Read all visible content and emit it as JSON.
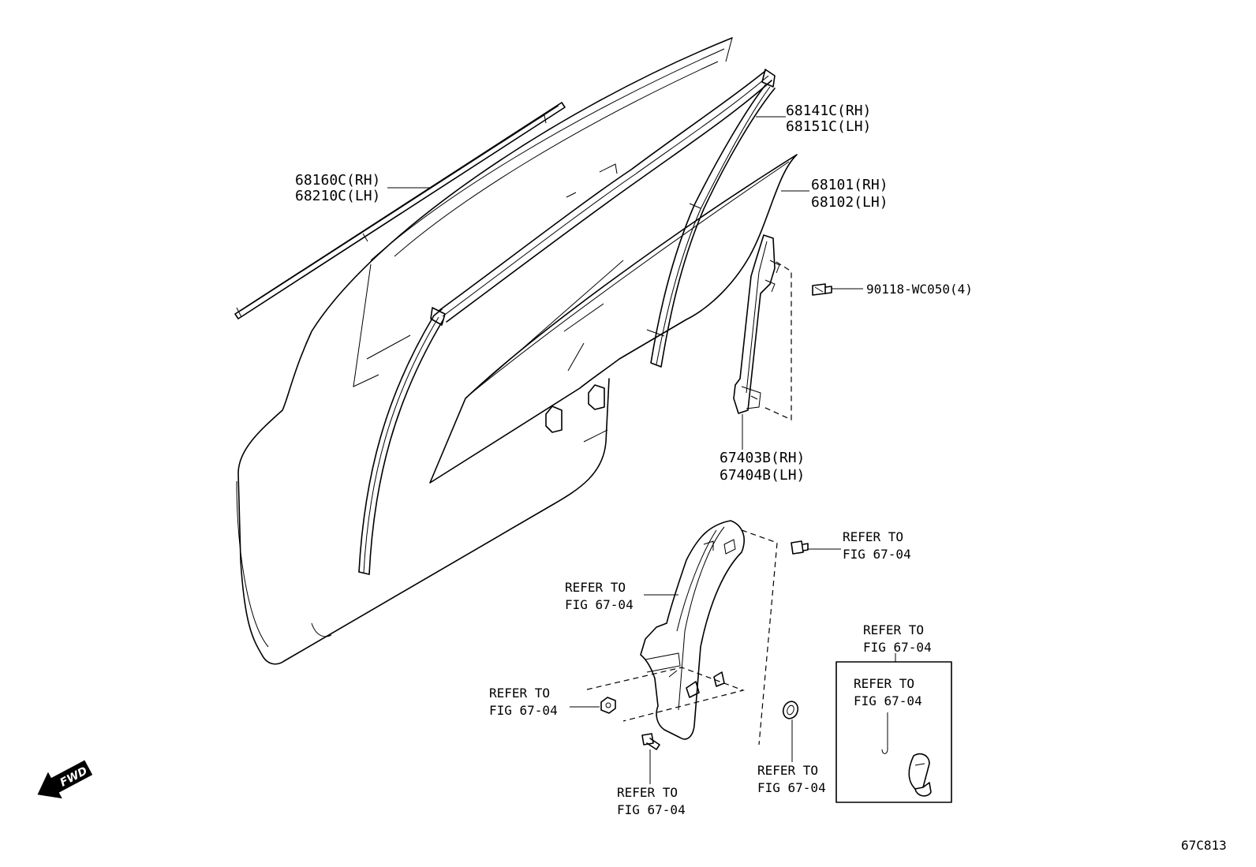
{
  "labels": {
    "moulding": [
      "68160C(RH)",
      "68210C(LH)"
    ],
    "run_channel": [
      "68141C(RH)",
      "68151C(LH)"
    ],
    "glass": [
      "68101(RH)",
      "68102(LH)"
    ],
    "bolt": [
      "90118-WC050(4)"
    ],
    "rear_channel": [
      "67403B(RH)",
      "67404B(LH)"
    ],
    "ref_bolt_top": [
      "REFER TO",
      "FIG 67-04"
    ],
    "ref_regulator": [
      "REFER TO",
      "FIG 67-04"
    ],
    "ref_nut": [
      "REFER TO",
      "FIG 67-04"
    ],
    "ref_bolt_bottom": [
      "REFER TO",
      "FIG 67-04"
    ],
    "ref_grommet": [
      "REFER TO",
      "FIG 67-04"
    ],
    "ref_box_outer": [
      "REFER TO",
      "FIG 67-04"
    ],
    "ref_box_inner": [
      "REFER TO",
      "FIG 67-04"
    ]
  },
  "fwd_label": "FWD",
  "figure_code": "67C813"
}
